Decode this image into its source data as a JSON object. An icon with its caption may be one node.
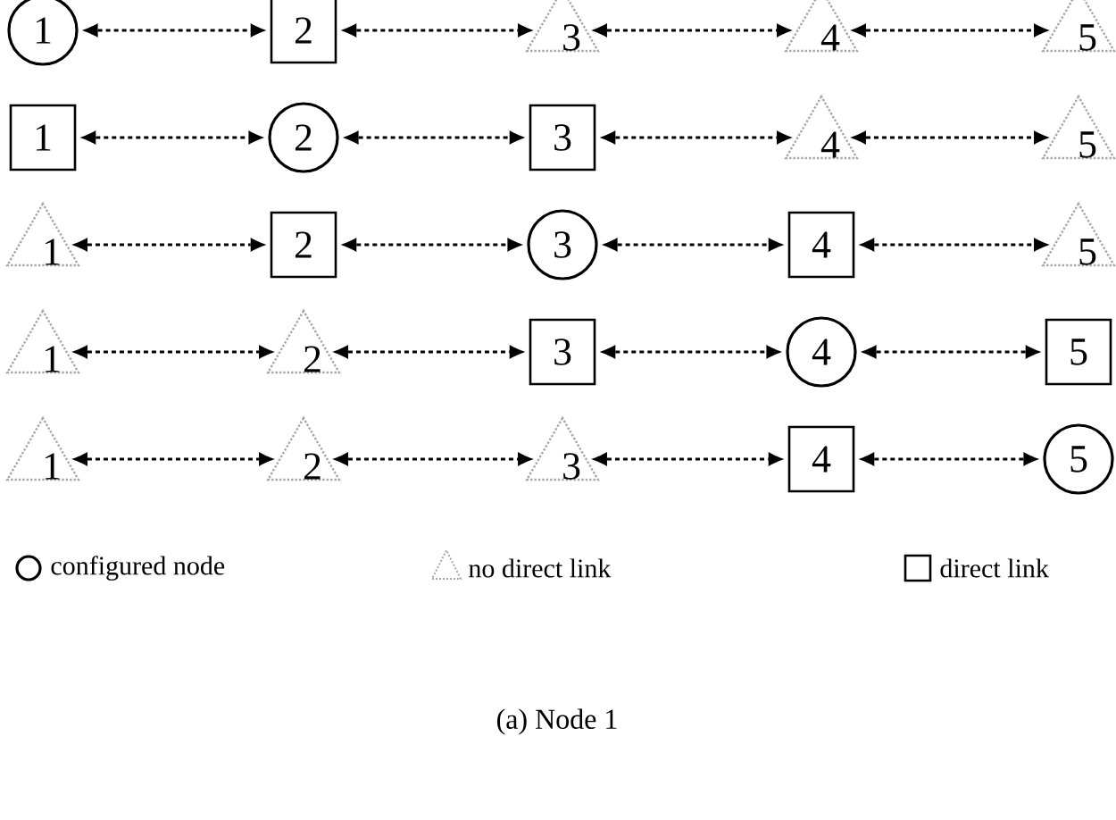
{
  "diagram": {
    "caption": "(a) Node 1",
    "nodes": [
      {
        "text": [
          "1"
        ]
      },
      {
        "text": [
          "2"
        ]
      },
      {
        "text": [
          "3"
        ]
      },
      {
        "text": [
          "4"
        ]
      },
      {
        "text": [
          "5"
        ]
      },
      {
        "text": [
          "1"
        ]
      },
      {
        "text": [
          "2"
        ]
      },
      {
        "text": [
          "3"
        ]
      },
      {
        "text": [
          "4"
        ]
      },
      {
        "text": [
          "5"
        ]
      },
      {
        "text": [
          "1"
        ]
      },
      {
        "text": [
          "2"
        ]
      },
      {
        "text": [
          "3"
        ]
      },
      {
        "text": [
          "4"
        ]
      },
      {
        "text": [
          "5"
        ]
      },
      {
        "text": [
          "1"
        ]
      },
      {
        "text": [
          "2"
        ]
      },
      {
        "text": [
          "3"
        ]
      },
      {
        "text": [
          "4"
        ]
      },
      {
        "text": [
          "5"
        ]
      },
      {
        "text": [
          "1"
        ]
      },
      {
        "text": [
          "2"
        ]
      },
      {
        "text": [
          "3"
        ]
      },
      {
        "text": [
          "4"
        ]
      },
      {
        "text": [
          "5"
        ]
      }
    ],
    "edges": [
      {
        "from": 0,
        "to": 1,
        "arrow": "both"
      },
      {
        "from": 1,
        "to": 2,
        "arrow": "both"
      },
      {
        "from": 2,
        "to": 3,
        "arrow": "both"
      },
      {
        "from": 3,
        "to": 4,
        "arrow": "both"
      },
      {
        "from": 5,
        "to": 6,
        "arrow": "both"
      },
      {
        "from": 6,
        "to": 7,
        "arrow": "both"
      },
      {
        "from": 7,
        "to": 8,
        "arrow": "both"
      },
      {
        "from": 8,
        "to": 9,
        "arrow": "both"
      },
      {
        "from": 10,
        "to": 11,
        "arrow": "both"
      },
      {
        "from": 11,
        "to": 12,
        "arrow": "both"
      },
      {
        "from": 12,
        "to": 13,
        "arrow": "both"
      },
      {
        "from": 13,
        "to": 14,
        "arrow": "both"
      },
      {
        "from": 15,
        "to": 16,
        "arrow": "both"
      },
      {
        "from": 16,
        "to": 17,
        "arrow": "both"
      },
      {
        "from": 17,
        "to": 18,
        "arrow": "both"
      },
      {
        "from": 18,
        "to": 19,
        "arrow": "both"
      },
      {
        "from": 20,
        "to": 21,
        "arrow": "both"
      },
      {
        "from": 21,
        "to": 22,
        "arrow": "both"
      },
      {
        "from": 22,
        "to": 23,
        "arrow": "both"
      },
      {
        "from": 23,
        "to": 24,
        "arrow": "both"
      }
    ],
    "legend": [
      {
        "text": "configured node"
      },
      {
        "text": "no direct link"
      },
      {
        "text": "direct link"
      }
    ]
  }
}
